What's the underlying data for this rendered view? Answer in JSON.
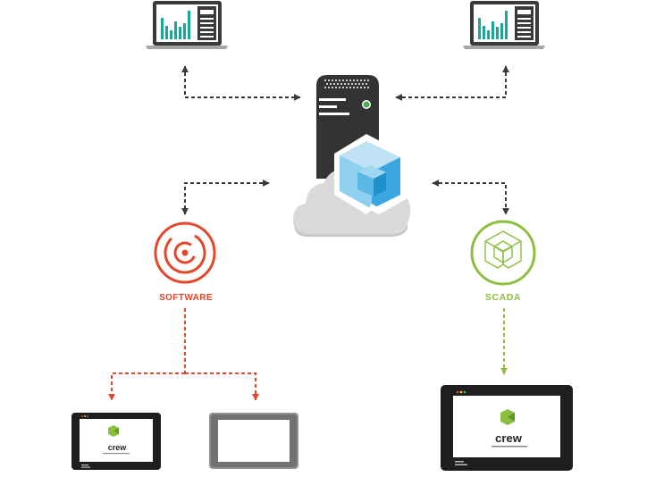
{
  "nodes": {
    "software": {
      "label": "SOFTWARE",
      "color": "#e5472a",
      "icon": "software-target-icon"
    },
    "scada": {
      "label": "SCADA",
      "color": "#8cbf3f",
      "icon": "scada-cube-icon"
    },
    "server": {
      "icon": "server-tower-icon",
      "cloud_icon": "cloud-icon",
      "logo_icon": "cube-logo-icon"
    },
    "laptops": [
      {
        "icon": "laptop-dashboard-icon"
      },
      {
        "icon": "laptop-dashboard-icon"
      }
    ],
    "tablets": [
      {
        "icon": "tablet-crew-app-icon",
        "app_name": "crew"
      },
      {
        "icon": "tablet-blank-icon"
      },
      {
        "icon": "tablet-crew-app-icon",
        "app_name": "crew"
      }
    ]
  },
  "colors": {
    "connector_dark": "#3a3a3a",
    "software_red": "#e5472a",
    "scada_green": "#8cbf3f",
    "laptop_teal": "#1aa79a",
    "cube_blue": "#5bb8e6",
    "server_dark": "#333333",
    "cloud_grey": "#d7d9db"
  }
}
